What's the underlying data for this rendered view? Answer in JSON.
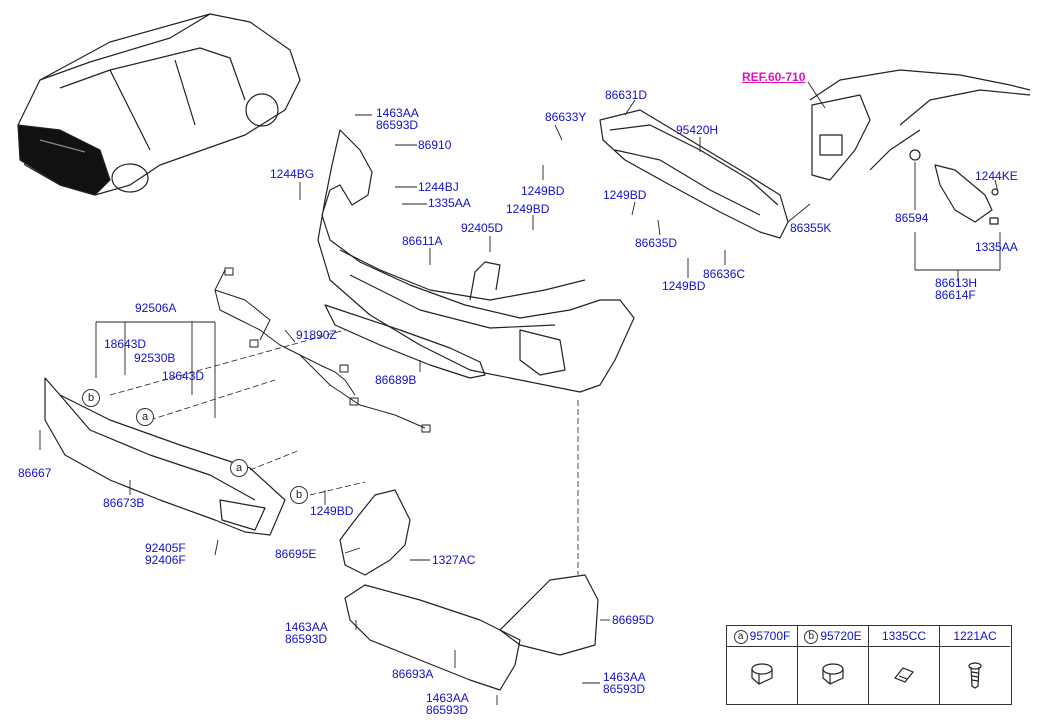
{
  "ref_label": "REF.60-710",
  "callouts": {
    "a": "a",
    "b": "b"
  },
  "parts": {
    "p1463AA_top": "1463AA",
    "p86593D_top": "86593D",
    "p86910": "86910",
    "p1244BG": "1244BG",
    "p1244BJ": "1244BJ",
    "p1335AA_mid": "1335AA",
    "p86611A": "86611A",
    "p92405D": "92405D",
    "p1249BD_a": "1249BD",
    "p86633Y": "86633Y",
    "p86631D": "86631D",
    "p95420H": "95420H",
    "p1249BD_b": "1249BD",
    "p1249BD_c": "1249BD",
    "p86635D": "86635D",
    "p86355K": "86355K",
    "p86636C": "86636C",
    "p1249BD_d": "1249BD",
    "p1244KE": "1244KE",
    "p86594": "86594",
    "p1335AA_right": "1335AA",
    "p86613H": "86613H",
    "p86614F": "86614F",
    "p92506A": "92506A",
    "p18643D_a": "18643D",
    "p92530B": "92530B",
    "p18643D_b": "18643D",
    "p91890Z": "91890Z",
    "p86689B": "86689B",
    "p86667": "86667",
    "p86673B": "86673B",
    "p1249BD_e": "1249BD",
    "p92405F": "92405F",
    "p92406F": "92406F",
    "p86695E": "86695E",
    "p1327AC": "1327AC",
    "p86695D": "86695D",
    "p1463AA_l": "1463AA",
    "p86593D_l": "86593D",
    "p86693A": "86693A",
    "p1463AA_r": "1463AA",
    "p86593D_r": "86593D",
    "p1463AA_b": "1463AA",
    "p86593D_b": "86593D"
  },
  "legend": {
    "items": [
      {
        "callout": "a",
        "part": "95700F",
        "icon": "parking-sensor-icon"
      },
      {
        "callout": "b",
        "part": "95720E",
        "icon": "parking-sensor-icon"
      },
      {
        "callout": "",
        "part": "1335CC",
        "icon": "clip-icon"
      },
      {
        "callout": "",
        "part": "1221AC",
        "icon": "screw-icon"
      }
    ]
  }
}
